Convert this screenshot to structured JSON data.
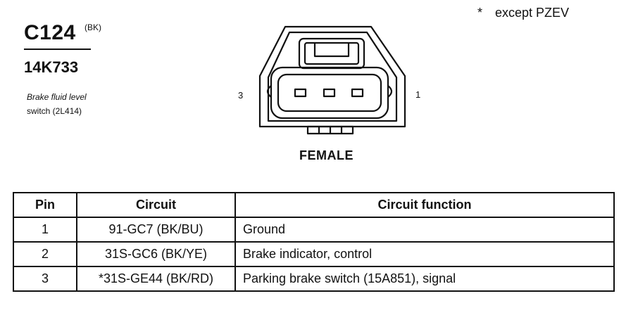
{
  "connector": {
    "id": "C124",
    "color": "(BK)",
    "part_number": "14K733",
    "description_line1": "Brake fluid level",
    "description_line2": "switch (2L414)"
  },
  "note": {
    "star": "*",
    "text": "except PZEV"
  },
  "diagram": {
    "pin_left": "3",
    "pin_right": "1",
    "gender": "FEMALE"
  },
  "table": {
    "headers": [
      "Pin",
      "Circuit",
      "Circuit function"
    ],
    "rows": [
      [
        "1",
        "91-GC7 (BK/BU)",
        "Ground"
      ],
      [
        "2",
        "31S-GC6 (BK/YE)",
        "Brake indicator, control"
      ],
      [
        "3",
        "*31S-GE44 (BK/RD)",
        "Parking brake switch (15A851), signal"
      ]
    ]
  }
}
